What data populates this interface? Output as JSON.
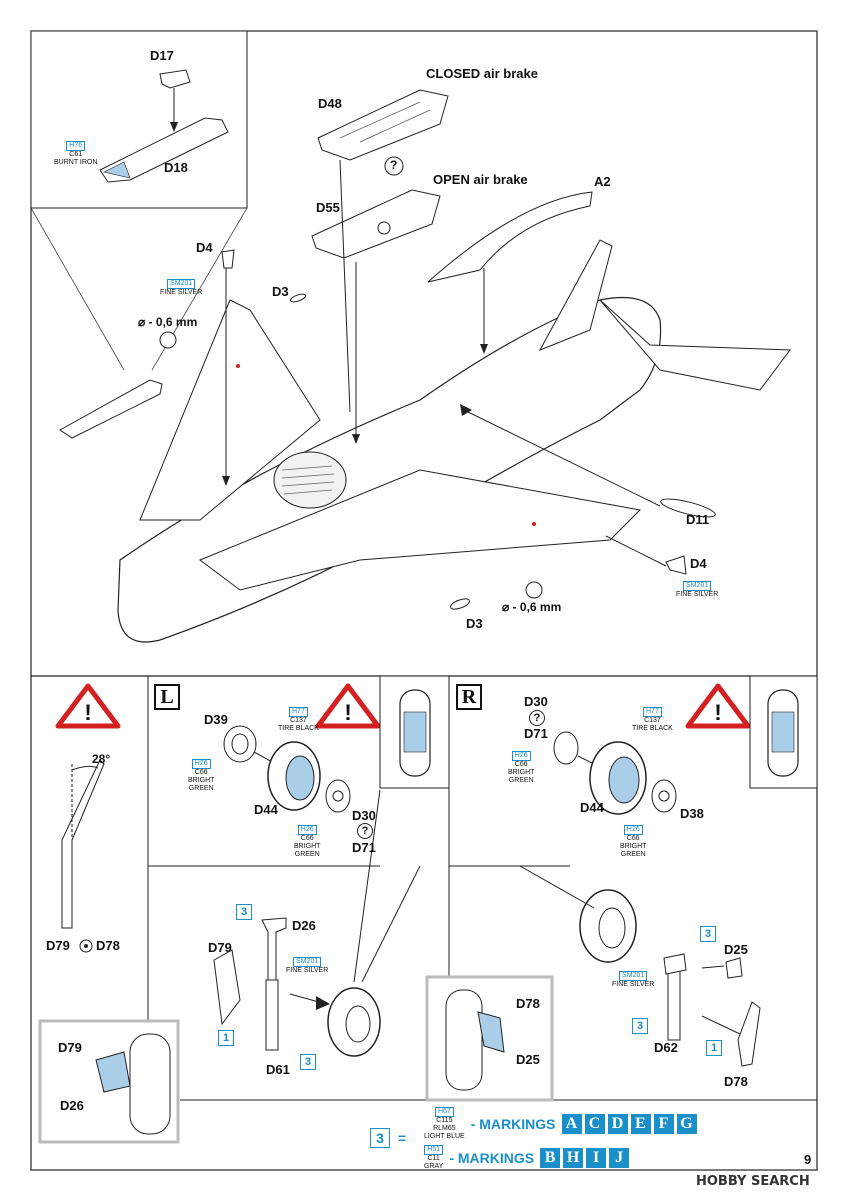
{
  "callouts": {
    "d17": "D17",
    "d18": "D18",
    "d48": "D48",
    "closed_air_brake": "CLOSED air brake",
    "question_mark": "?",
    "open_air_brake": "OPEN air brake",
    "d55": "D55",
    "a2": "A2",
    "d4_top": "D4",
    "d3_top": "D3",
    "drill_top": "⌀ - 0,6 mm",
    "d11": "D11",
    "d4_right": "D4",
    "drill_bottom": "⌀ - 0,6 mm",
    "d3_bottom": "D3"
  },
  "paints": {
    "burnt_iron": {
      "h": "H76",
      "c": "C61",
      "name": "BURNT IRON"
    },
    "fine_silver_top": {
      "sm": "SM201",
      "name": "FINE SILVER"
    },
    "fine_silver_right": {
      "sm": "SM201",
      "name": "FINE SILVER"
    },
    "tire_black_l": {
      "h": "H77",
      "c": "C137",
      "name": "TIRE BLACK"
    },
    "bright_green_l1": {
      "h": "H26",
      "c": "C66",
      "name1": "BRIGHT",
      "name2": "GREEN"
    },
    "bright_green_l2": {
      "h": "H26",
      "c": "C66",
      "name1": "BRIGHT",
      "name2": "GREEN"
    },
    "tire_black_r": {
      "h": "H77",
      "c": "C137",
      "name": "TIRE BLACK"
    },
    "bright_green_r1": {
      "h": "H26",
      "c": "C66",
      "name1": "BRIGHT",
      "name2": "GREEN"
    },
    "bright_green_r2": {
      "h": "H26",
      "c": "C66",
      "name1": "BRIGHT",
      "name2": "GREEN"
    },
    "fine_silver_l_gear": {
      "sm": "SM201",
      "name": "FINE SILVER"
    },
    "fine_silver_r_gear": {
      "sm": "SM201",
      "name": "FINE SILVER"
    }
  },
  "lower_left": {
    "angle": "28°",
    "d79": "D79",
    "d78": "D78",
    "inset_d79": "D79",
    "inset_d26": "D26"
  },
  "left_gear": {
    "side": "L",
    "d39": "D39",
    "d44": "D44",
    "d30": "D30",
    "d71": "D71",
    "q": "?",
    "d26": "D26",
    "d79": "D79",
    "d61": "D61",
    "sq3a": "3",
    "sq1": "1",
    "sq3b": "3"
  },
  "right_gear": {
    "side": "R",
    "d30": "D30",
    "q": "?",
    "d71": "D71",
    "d44": "D44",
    "d38": "D38",
    "d25": "D25",
    "d62": "D62",
    "d78": "D78",
    "sq3a": "3",
    "sq3b": "3",
    "sq1": "1"
  },
  "mid_inset": {
    "d78": "D78",
    "d25": "D25"
  },
  "legend": {
    "box": "3",
    "equals": "=",
    "paint1": {
      "h": "H67",
      "c": "C115",
      "n1": "RLM65",
      "n2": "LIGHT BLUE"
    },
    "paint2": {
      "h": "H51",
      "c": "C11",
      "n1": "GRAY"
    },
    "markings_label": "- MARKINGS",
    "markings1": [
      "A",
      "C",
      "D",
      "E",
      "F",
      "G"
    ],
    "markings2": [
      "B",
      "H",
      "I",
      "J"
    ]
  },
  "page_number": "9",
  "watermark": "HOBBY SEARCH",
  "colors": {
    "accent": "#1a8fc9",
    "line": "#222222",
    "warn": "#d32020",
    "tire": "#aacde8"
  }
}
